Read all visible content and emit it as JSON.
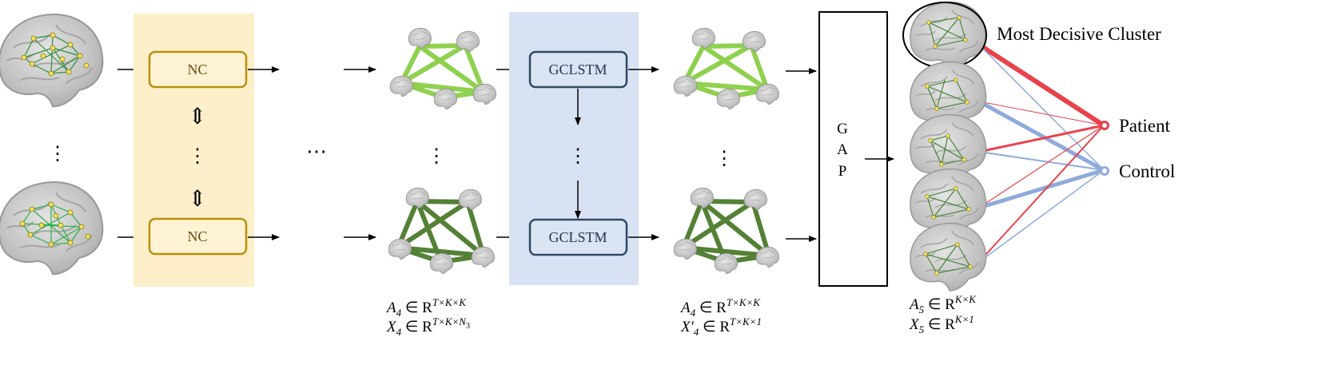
{
  "blocks": {
    "nc_top": "NC",
    "nc_bottom": "NC",
    "gclstm_top": "GCLSTM",
    "gclstm_bottom": "GCLSTM",
    "gap": [
      "G",
      "A",
      "P"
    ]
  },
  "labels": {
    "ellipsis_middle": "⋯",
    "most_decisive": "Most Decisive Cluster",
    "patient": "Patient",
    "control": "Control"
  },
  "formulas": {
    "f1": {
      "l1_base": "A",
      "l1_sub": "4",
      "l1_rest": " ∈ R",
      "l1_sup": "T×K×K",
      "l2_base": "X",
      "l2_sub": "4",
      "l2_rest": " ∈ R",
      "l2_sup": "T×K×N",
      "l2_supsub": "3"
    },
    "f2": {
      "l1_base": "A",
      "l1_sub": "4",
      "l1_rest": " ∈ R",
      "l1_sup": "T×K×K",
      "l2_base": "X′",
      "l2_sub": "4",
      "l2_rest": " ∈ R",
      "l2_sup": "T×K×1"
    },
    "f3": {
      "l1_base": "A",
      "l1_sub": "5",
      "l1_rest": " ∈ R",
      "l1_sup": "K×K",
      "l2_base": "X",
      "l2_sub": "5",
      "l2_rest": " ∈ R",
      "l2_sup": "K×1"
    }
  },
  "colors": {
    "nc_panel": "#fcefc9",
    "nc_border": "#b8900e",
    "gclstm_panel": "#d9e2f3",
    "gclstm_border": "#2e4a66",
    "graph_light": "#8fd14f",
    "graph_dark": "#538135",
    "patient": "#e8424b",
    "control": "#8faadc"
  }
}
